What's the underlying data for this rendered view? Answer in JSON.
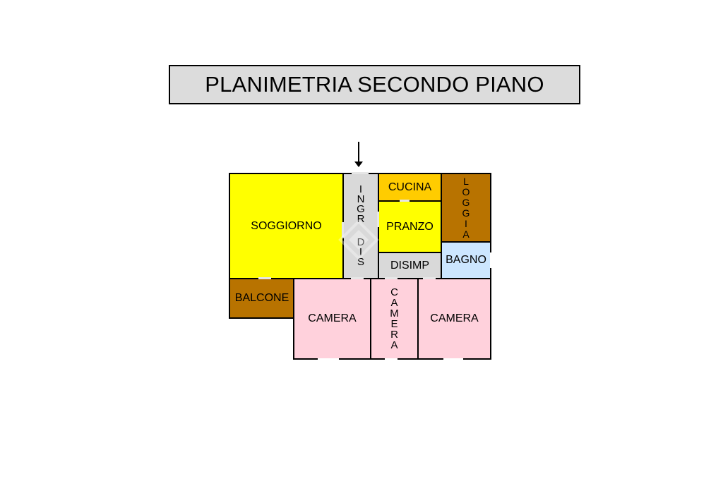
{
  "title": "PLANIMETRIA SECONDO PIANO",
  "colors": {
    "living": "#ffff00",
    "kitchen": "#ffcc00",
    "loggia": "#b87300",
    "corridor": "#d9d9d9",
    "bathroom": "#cce6ff",
    "bedroom": "#ffd1dc"
  },
  "rooms": {
    "soggiorno": "SOGGIORNO",
    "ingr": [
      "I",
      "N",
      "G",
      "R"
    ],
    "dis": [
      "D",
      "I",
      "S"
    ],
    "cucina": "CUCINA",
    "pranzo": "PRANZO",
    "loggia": [
      "L",
      "O",
      "G",
      "G",
      "I",
      "A"
    ],
    "disimp": "DISIMP",
    "bagno": "BAGNO",
    "balcone": "BALCONE",
    "camera_left": "CAMERA",
    "camera_mid": [
      "C",
      "A",
      "M",
      "E",
      "R",
      "A"
    ],
    "camera_right": "CAMERA"
  },
  "entrance_icon": "down-arrow-icon"
}
